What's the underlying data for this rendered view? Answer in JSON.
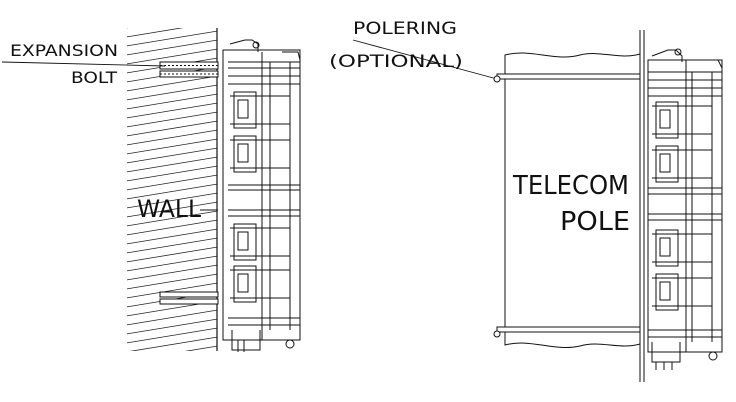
{
  "labels": {
    "expansion": "EXPANSION",
    "bolt": "BOLT",
    "wall": "WALL",
    "polering": "POLERING",
    "optional": "(OPTIONAL)",
    "telecom": "TELECOM",
    "pole": "POLE"
  },
  "colors": {
    "ink": "#111111",
    "hatch": "#222222",
    "paper": "#ffffff"
  }
}
